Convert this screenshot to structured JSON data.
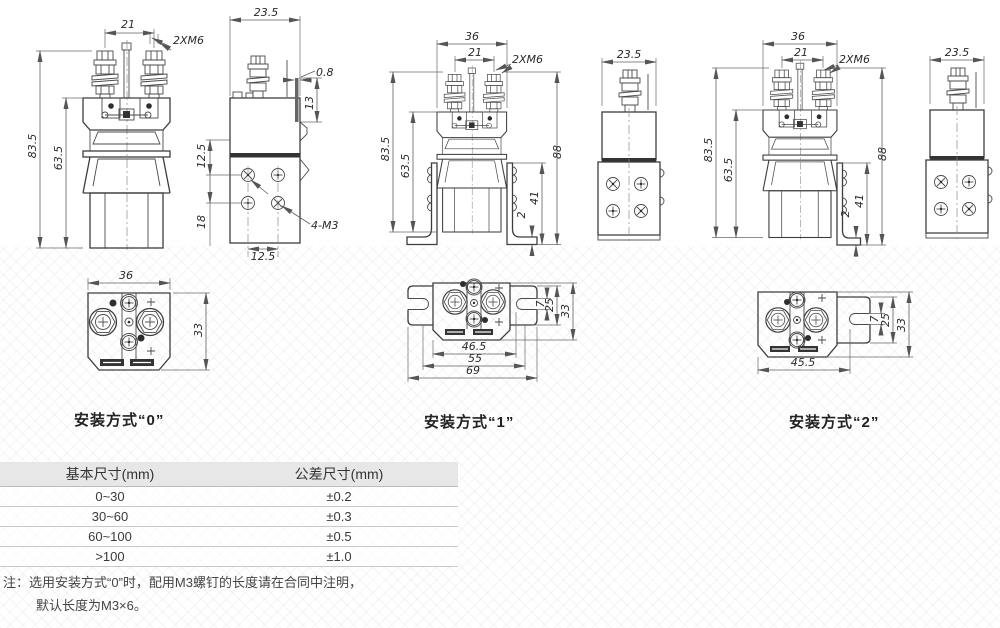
{
  "groups": {
    "g0": {
      "front": {
        "w21": "21",
        "m6": "2XM6",
        "h835": "83.5",
        "h635": "63.5"
      },
      "side": {
        "w235": "23.5",
        "t08": "0.8",
        "h13": "13",
        "v125": "12.5",
        "v18": "18",
        "h125": "12.5",
        "m3": "4-M3"
      }
    },
    "g1": {
      "front": {
        "w36": "36",
        "w21": "21",
        "m6": "2XM6",
        "h835": "83.5",
        "h635": "63.5",
        "h88": "88",
        "h41": "41",
        "t2": "2"
      },
      "side": {
        "w235": "23.5"
      }
    },
    "g2": {
      "front": {
        "w36": "36",
        "w21": "21",
        "m6": "2XM6",
        "h835": "83.5",
        "h635": "63.5",
        "h88": "88",
        "h41": "41",
        "t2": "2"
      },
      "side": {
        "w235": "23.5"
      }
    }
  },
  "topviews": {
    "t0": {
      "w36": "36",
      "h33": "33",
      "label": "安装方式“0”"
    },
    "t1": {
      "d465": "46.5",
      "d55": "55",
      "d69": "69",
      "d7": "7",
      "d25": "25",
      "d33": "33",
      "label": "安装方式“1”"
    },
    "t2": {
      "d455": "45.5",
      "d7": "7",
      "d25": "25",
      "d33": "33",
      "label": "安装方式“2”"
    }
  },
  "table": {
    "headers": [
      "基本尺寸(mm)",
      "公差尺寸(mm)"
    ],
    "rows": [
      [
        "0~30",
        "±0.2"
      ],
      [
        "30~60",
        "±0.3"
      ],
      [
        "60~100",
        "±0.5"
      ],
      [
        ">100",
        "±1.0"
      ]
    ]
  },
  "note": {
    "prefix": "注：",
    "line1": "选用安装方式“0”时，配用M3螺钉的长度请在合同中注明，",
    "line2": "默认长度为M3×6。"
  }
}
